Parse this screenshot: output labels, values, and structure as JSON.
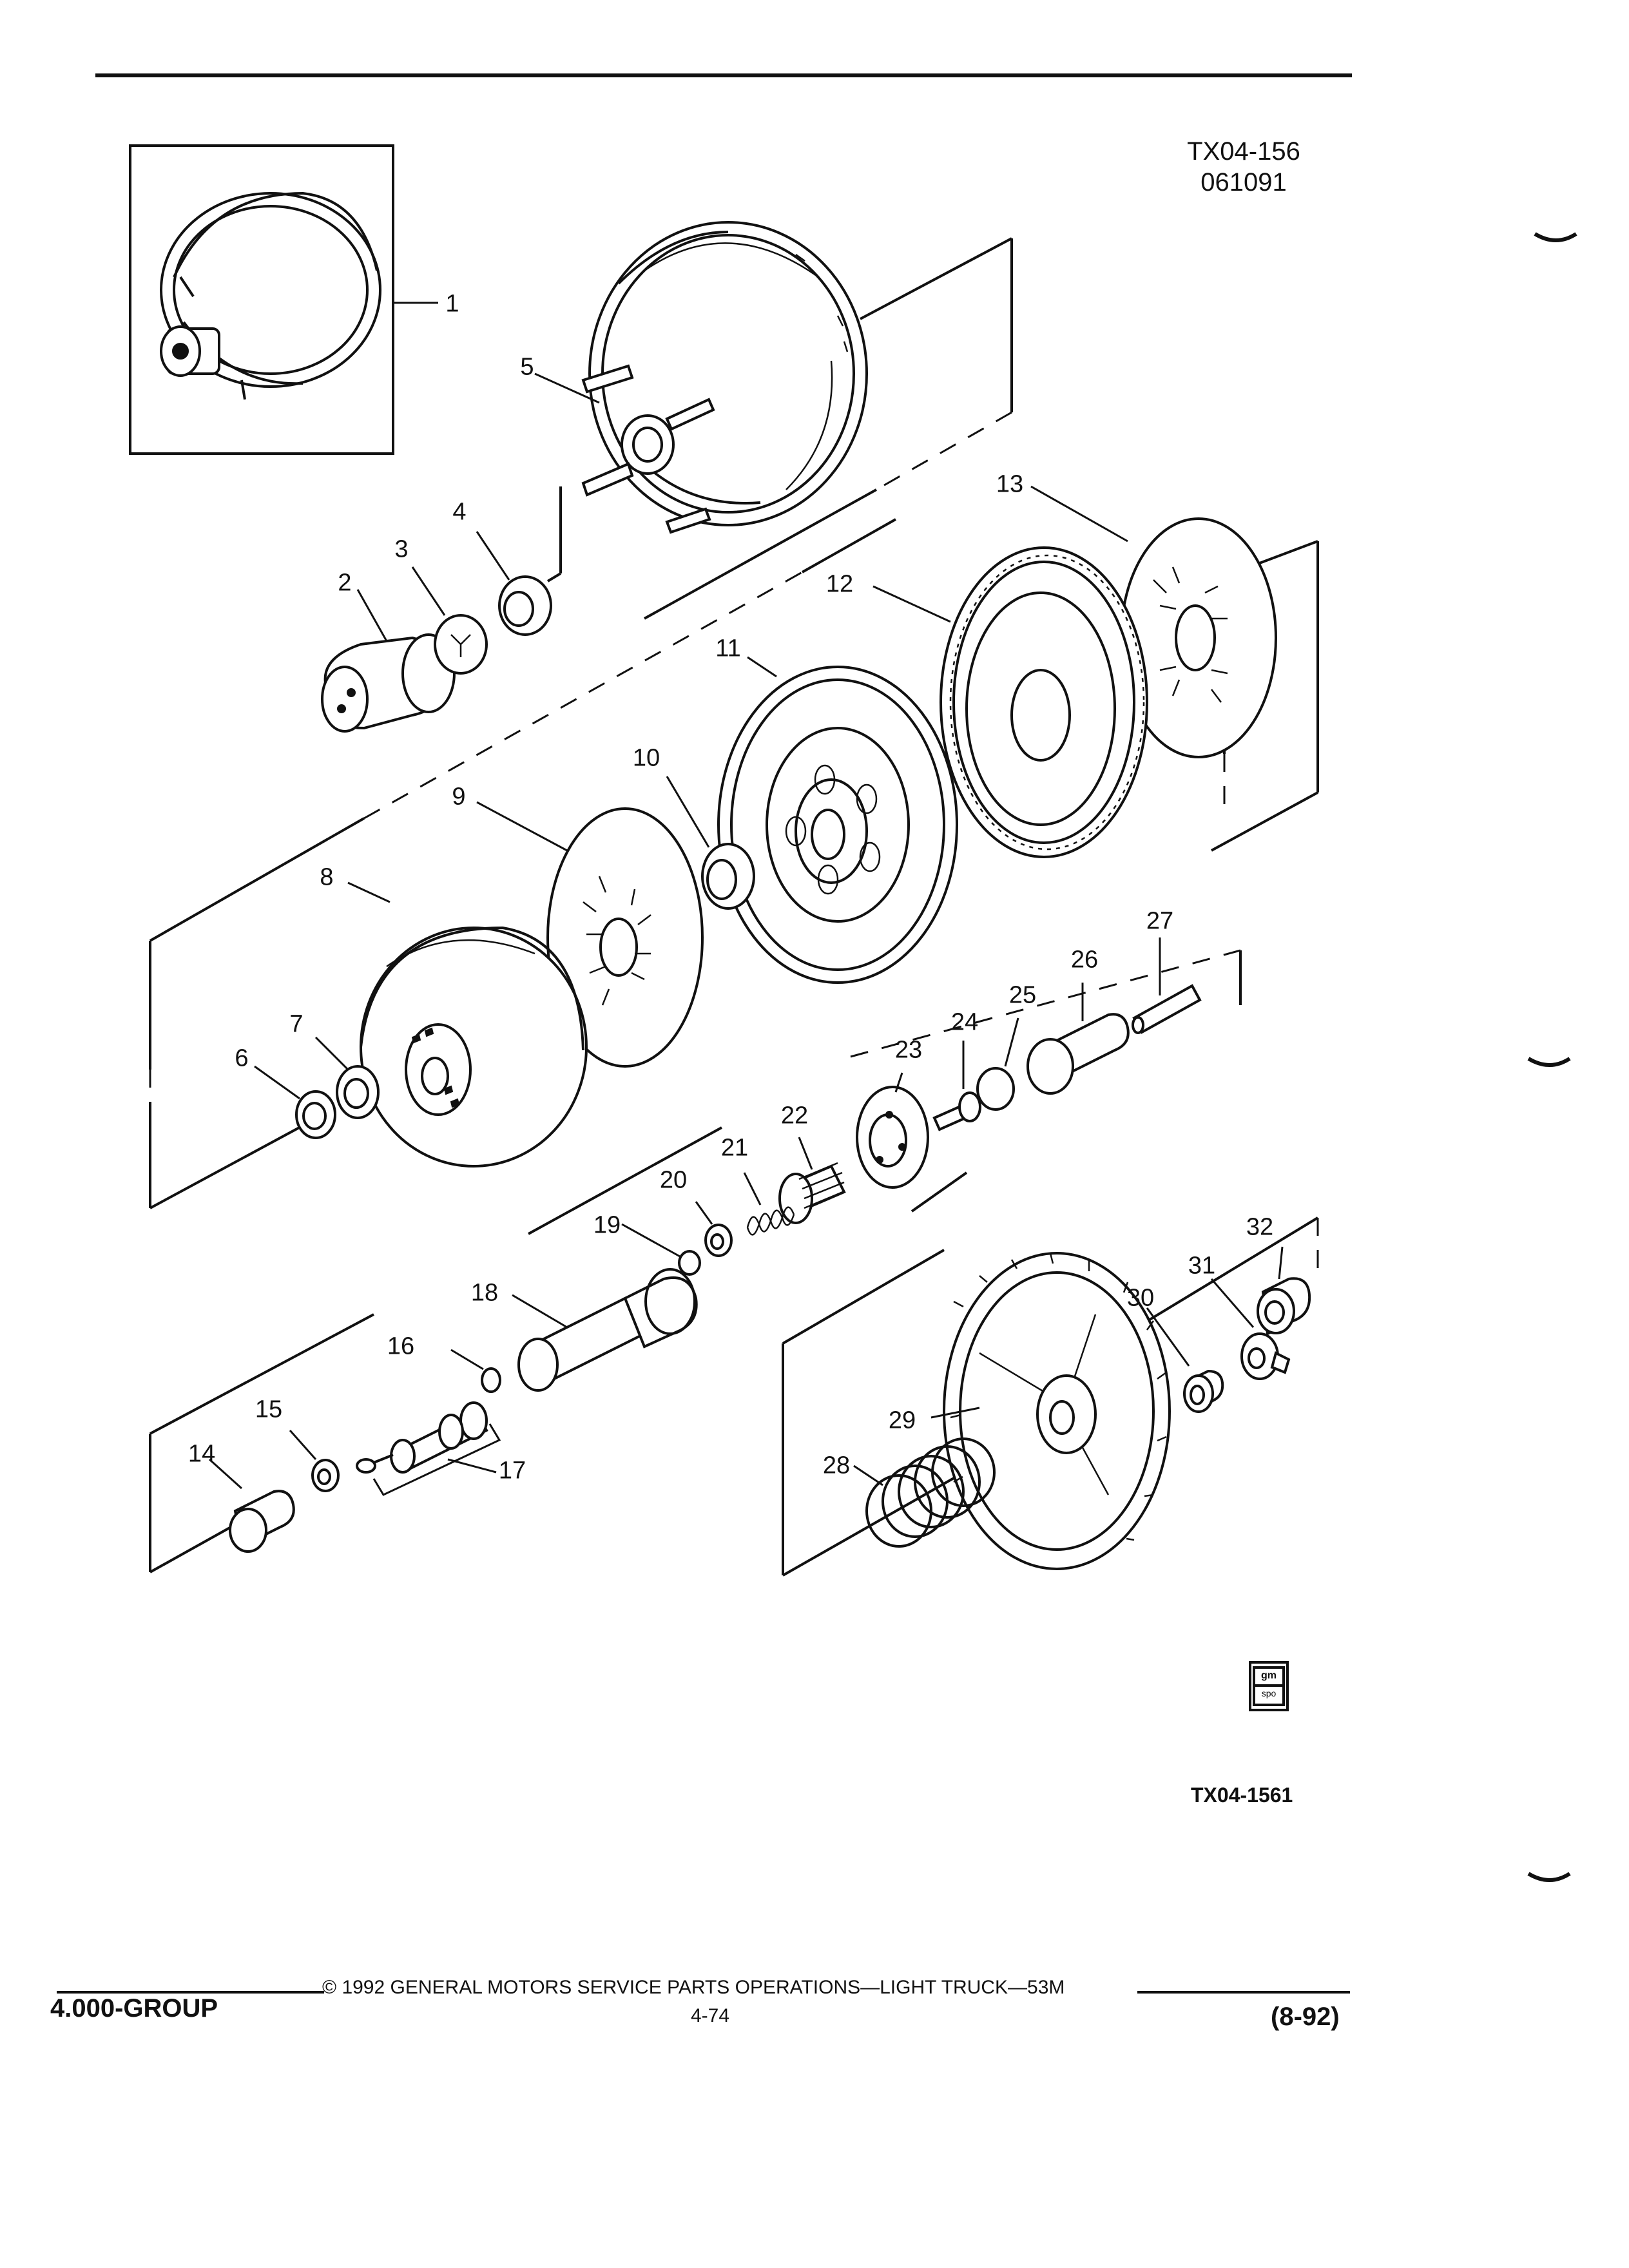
{
  "header": {
    "figure_code": "TX04-156",
    "figure_date": "061091"
  },
  "callouts": [
    {
      "id": "1",
      "label": "1"
    },
    {
      "id": "2",
      "label": "2"
    },
    {
      "id": "3",
      "label": "3"
    },
    {
      "id": "4",
      "label": "4"
    },
    {
      "id": "5",
      "label": "5"
    },
    {
      "id": "6",
      "label": "6"
    },
    {
      "id": "7",
      "label": "7"
    },
    {
      "id": "8",
      "label": "8"
    },
    {
      "id": "9",
      "label": "9"
    },
    {
      "id": "10",
      "label": "10"
    },
    {
      "id": "11",
      "label": "11"
    },
    {
      "id": "12",
      "label": "12"
    },
    {
      "id": "13",
      "label": "13"
    },
    {
      "id": "14",
      "label": "14"
    },
    {
      "id": "15",
      "label": "15"
    },
    {
      "id": "16",
      "label": "16"
    },
    {
      "id": "17",
      "label": "17"
    },
    {
      "id": "18",
      "label": "18"
    },
    {
      "id": "19",
      "label": "19"
    },
    {
      "id": "20",
      "label": "20"
    },
    {
      "id": "21",
      "label": "21"
    },
    {
      "id": "22",
      "label": "22"
    },
    {
      "id": "23",
      "label": "23"
    },
    {
      "id": "24",
      "label": "24"
    },
    {
      "id": "25",
      "label": "25"
    },
    {
      "id": "26",
      "label": "26"
    },
    {
      "id": "27",
      "label": "27"
    },
    {
      "id": "28",
      "label": "28"
    },
    {
      "id": "29",
      "label": "29"
    },
    {
      "id": "30",
      "label": "30"
    },
    {
      "id": "31",
      "label": "31"
    },
    {
      "id": "32",
      "label": "32"
    }
  ],
  "logo": {
    "text_top": "gm",
    "text_bottom": "spo"
  },
  "figure_ref": "TX04-1561",
  "footer": {
    "copyright": "© 1992 GENERAL MOTORS SERVICE PARTS OPERATIONS—LIGHT TRUCK—53M",
    "group": "4.000-GROUP",
    "page": "4-74",
    "revision": "(8-92)"
  }
}
